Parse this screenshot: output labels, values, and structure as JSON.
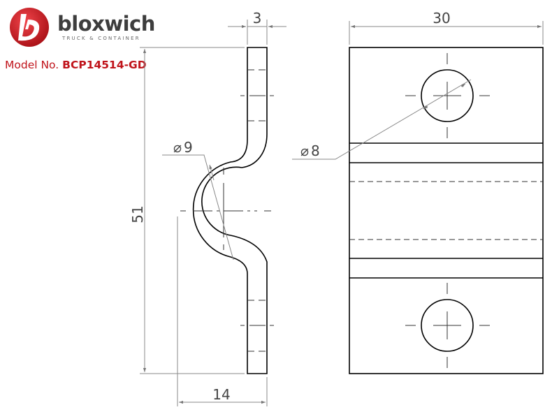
{
  "brand": {
    "name": "bloxwich",
    "tagline": "TRUCK & CONTAINER",
    "accent_color": "#c0141b",
    "logo_icon": "swoosh-b-logo-icon"
  },
  "model": {
    "label": "Model No.",
    "number": "BCP14514-GD"
  },
  "dimensions": {
    "thickness": "3",
    "width": "30",
    "height": "51",
    "depth": "14",
    "bend_diameter": "9",
    "hole_diameter": "8",
    "diameter_symbol": "⌀"
  }
}
